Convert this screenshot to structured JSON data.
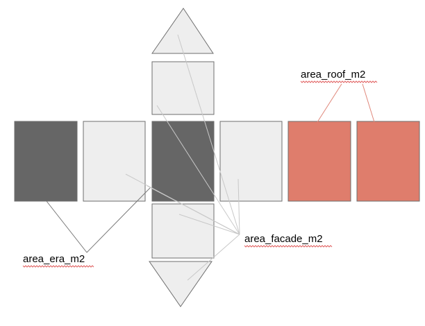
{
  "labels": {
    "roof": "area_roof_m2",
    "facade": "area_facade_m2",
    "era": "area_era_m2"
  },
  "colors": {
    "background": "#ffffff",
    "dark_fill": "#666666",
    "light_fill": "#eeeeee",
    "roof_fill": "#df7d6c",
    "outline": "#6e6e6e",
    "facade_leader": "#c8c8c8",
    "roof_leader": "#e0877a",
    "era_leader": "#777777",
    "spellcheck_underline": "#e06060"
  }
}
